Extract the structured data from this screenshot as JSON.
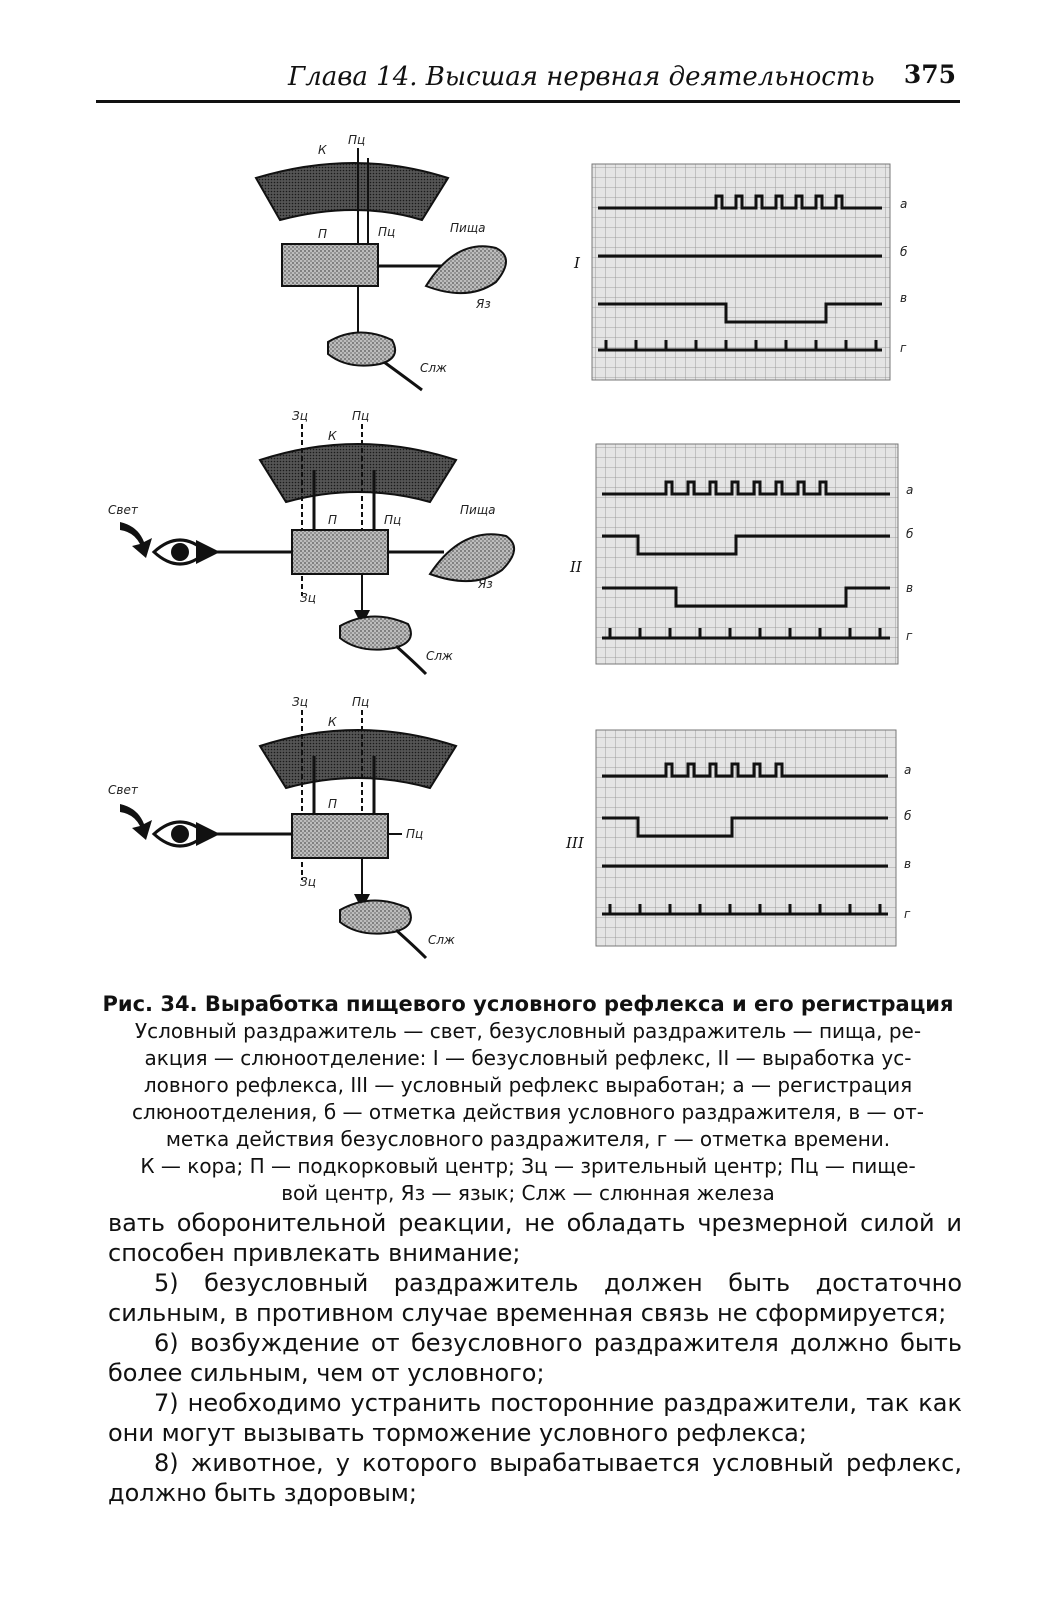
{
  "header": {
    "title": "Глава 14. Высшая нервная деятельность",
    "page_number": "375"
  },
  "figure": {
    "panels": [
      {
        "roman": "I",
        "schema": {
          "k": "К",
          "p": "П",
          "pc_top": "Пц",
          "pc_side": "Пц",
          "food": "Пища",
          "tongue": "Яз",
          "gland": "Слж"
        },
        "trace_labels": [
          "а",
          "б",
          "в",
          "г"
        ]
      },
      {
        "roman": "II",
        "schema": {
          "k": "К",
          "p": "П",
          "zc_top": "Зц",
          "pc_top": "Пц",
          "pc_side": "Пц",
          "zc_bottom": "Зц",
          "light": "Свет",
          "food": "Пища",
          "tongue": "Яз",
          "gland": "Слж"
        },
        "trace_labels": [
          "а",
          "б",
          "в",
          "г"
        ]
      },
      {
        "roman": "III",
        "schema": {
          "k": "К",
          "p": "П",
          "zc_top": "Зц",
          "pc_top": "Пц",
          "pc_side": "Пц",
          "zc_bottom": "Зц",
          "light": "Свет",
          "gland": "Слж"
        },
        "trace_labels": [
          "а",
          "б",
          "в",
          "г"
        ]
      }
    ]
  },
  "caption": {
    "heading": "Рис. 34. Выработка пищевого условного рефлекса и его регистрация",
    "lines": [
      "Условный раздражитель — свет, безусловный раздражитель — пища, ре-",
      "акция — слюноотделение: I — безусловный рефлекс, II — выработка ус-",
      "ловного рефлекса, III — условный рефлекс выработан; а — регистрация",
      "слюноотделения, б — отметка действия условного раздражителя, в — от-",
      "метка действия безусловного раздражителя, г — отметка времени.",
      "К — кора; П — подкорковый центр; Зц — зрительный центр; Пц — пище-",
      "вой центр, Яз — язык; Слж — слюнная железа"
    ]
  },
  "body": {
    "paragraphs": [
      "вать оборонительной реакции, не обладать чрезмерной силой и способен привлекать внимание;",
      "5) безусловный раздражитель должен быть достаточно сильным, в противном случае временная связь не сформируется;",
      "6) возбуждение от безусловного раздражителя должно быть более сильным, чем от условного;",
      "7) необходимо устранить посторонние раздражители, так как они могут вызывать торможение условного рефлекса;",
      "8) животное, у которого вырабатывается условный рефлекс, должно быть здоровым;"
    ]
  }
}
